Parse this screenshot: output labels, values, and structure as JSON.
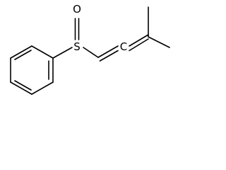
{
  "molecule": {
    "atoms": {
      "oxygen": "O",
      "sulfur": "S",
      "allene_center": "C"
    }
  },
  "colors": {
    "bond": "#000000",
    "background": "#ffffff"
  }
}
